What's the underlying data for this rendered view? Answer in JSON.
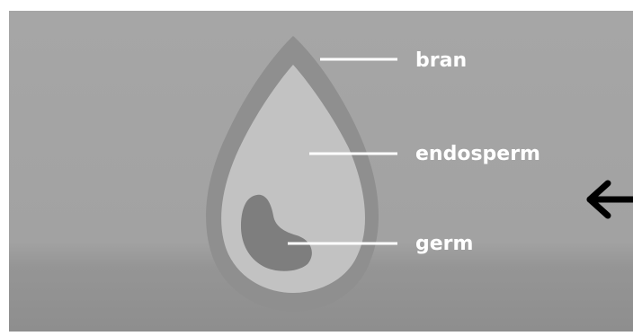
{
  "diagram": {
    "labels": {
      "bran": "bran",
      "endosperm": "endosperm",
      "germ": "germ"
    },
    "colors": {
      "background": "#a3a3a3",
      "bran": "#8f8f8f",
      "endosperm": "#c2c2c2",
      "germ": "#7e7e7e",
      "text": "#ffffff",
      "arrow": "#000000"
    },
    "arrow_icon": "arrow-left-icon"
  }
}
